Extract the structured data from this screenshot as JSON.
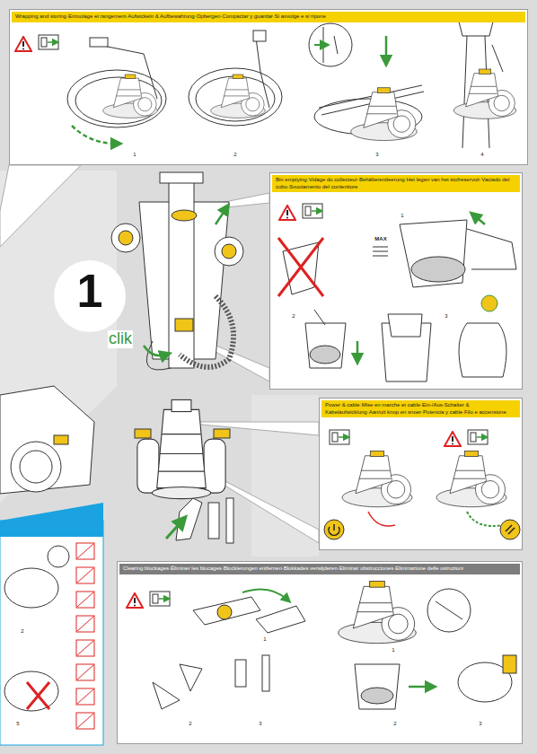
{
  "diagram": {
    "nodes": [
      {
        "text": [
          "Wrapping and storing·Enroulage et rangement·Aufwickeln & Aufbewahrung·Opbergen·Compactar y guardar·Si avvolge e si ripone"
        ]
      },
      {
        "text": [
          "Bin emptying·Vidage du collecteur·Behälterentleerung·Het legen van het stofreservoir·Vaciado del cubo·Svuotamento del contenitore"
        ]
      },
      {
        "text": [
          "Power & cable·Mise en marche et cable·Ein-/Aus-Schalter & Kabelaufwicklung·Aan/uit knop en snoer·Potencia y cable·Filo e accensione"
        ]
      },
      {
        "text": [
          "Clearing blockages·Éliminer les blocages·Blockierungen entfernen·Blokkades verwijderen·Eliminar obstrucciones·Eliminazione delle ostruzioni"
        ]
      }
    ],
    "labels": [
      "1",
      "2",
      "3",
      "4",
      "MAX",
      "1",
      "2",
      "3",
      "1",
      "clik",
      "1",
      "2",
      "3",
      "1",
      "2",
      "3",
      "2",
      "5"
    ]
  }
}
